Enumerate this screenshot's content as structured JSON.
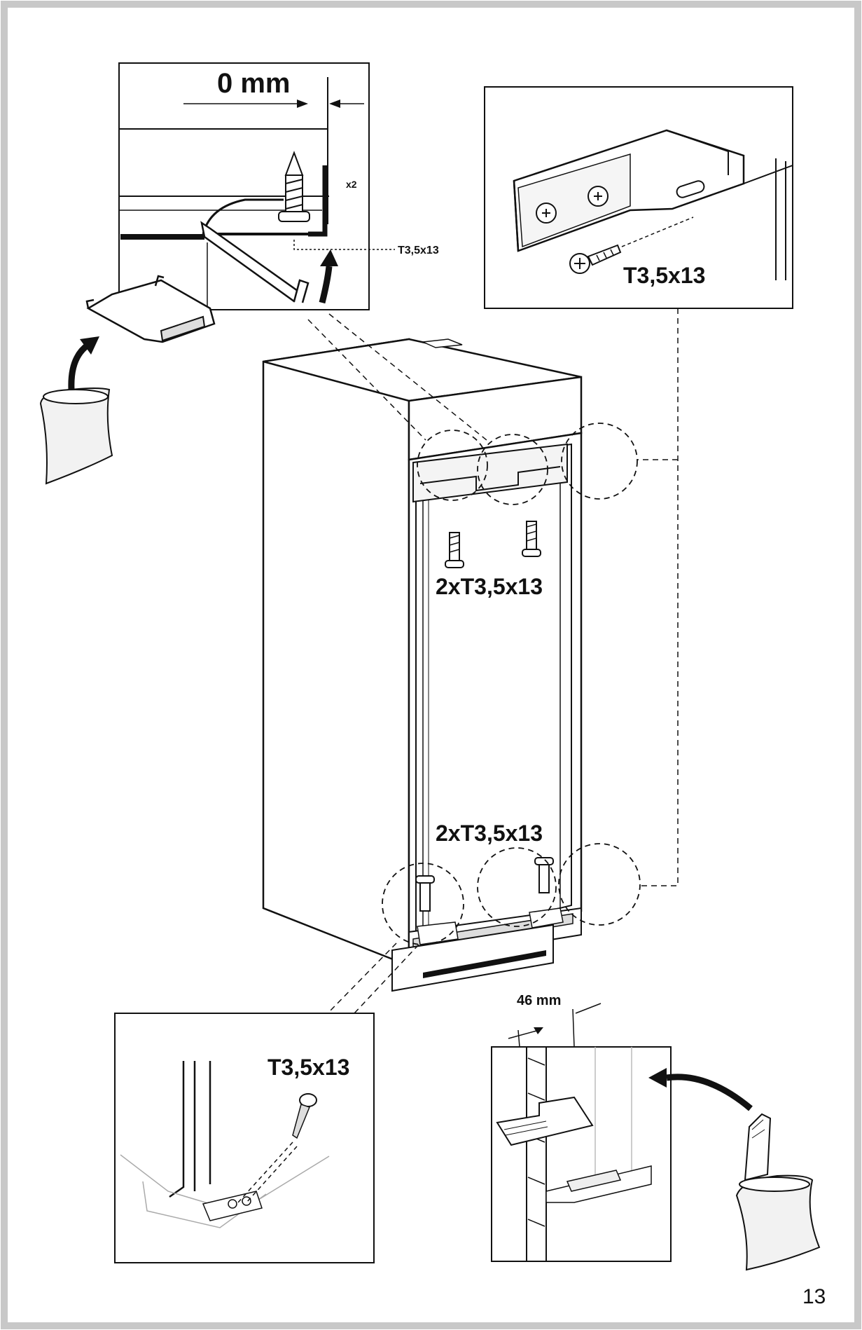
{
  "labels": {
    "gap_top": "0 mm",
    "multiplier_top": "x2",
    "screw_top_inset": "T3,5x13",
    "screw_hinge": "T3,5x13",
    "screws_upper": "2xT3,5x13",
    "screws_lower": "2xT3,5x13",
    "screw_bottom_inset": "T3,5x13",
    "gap_bottom_right": "46 mm"
  },
  "page_number": "13",
  "colors": {
    "frame": "#c8c8c8",
    "line": "#111111",
    "shade": "#e8e8e8"
  }
}
